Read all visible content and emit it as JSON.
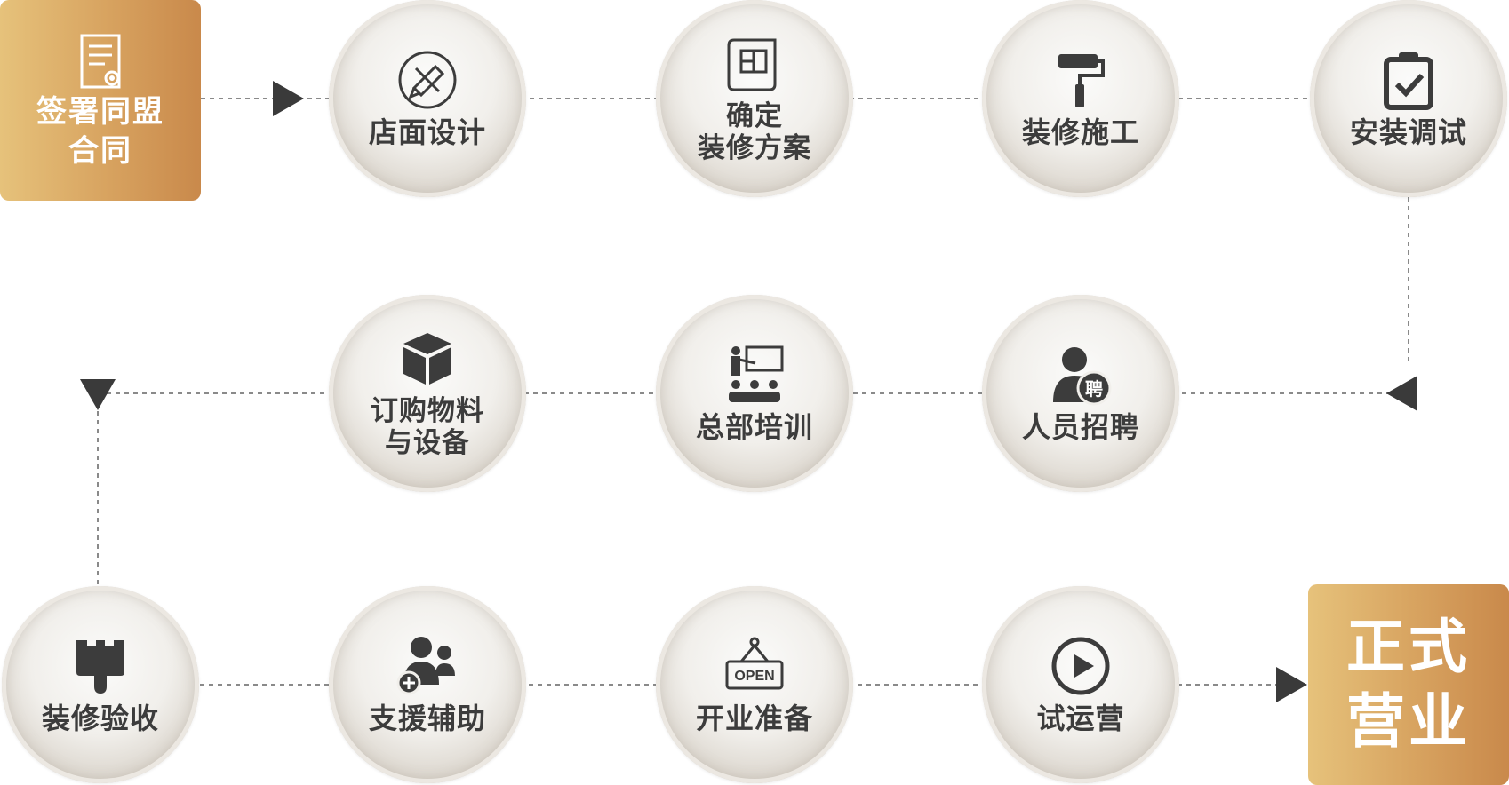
{
  "diagram": {
    "start": {
      "label": "签署同盟\n合同",
      "icon": "contract-document-icon"
    },
    "row1": [
      {
        "label": "店面设计",
        "icon": "pencil-ruler-icon"
      },
      {
        "label": "确定\n装修方案",
        "icon": "blueprint-scroll-icon"
      },
      {
        "label": "装修施工",
        "icon": "paint-roller-icon"
      },
      {
        "label": "安装调试",
        "icon": "clipboard-check-icon"
      }
    ],
    "row2": [
      {
        "label": "订购物料\n与设备",
        "icon": "box-icon"
      },
      {
        "label": "总部培训",
        "icon": "training-presentation-icon"
      },
      {
        "label": "人员招聘",
        "icon": "recruit-person-icon",
        "badge": "聘"
      }
    ],
    "row3": [
      {
        "label": "装修验收",
        "icon": "paint-brush-icon"
      },
      {
        "label": "支援辅助",
        "icon": "support-team-icon"
      },
      {
        "label": "开业准备",
        "icon": "open-sign-icon",
        "sign_text": "OPEN"
      },
      {
        "label": "试运营",
        "icon": "play-button-icon"
      }
    ],
    "end": {
      "label": "正式\n营业"
    },
    "colors": {
      "gold_light": "#e6c27b",
      "gold_dark": "#c9894b",
      "icon": "#3c3c3c",
      "connector": "#8a8a8a",
      "arrow": "#3a3a3a"
    }
  }
}
